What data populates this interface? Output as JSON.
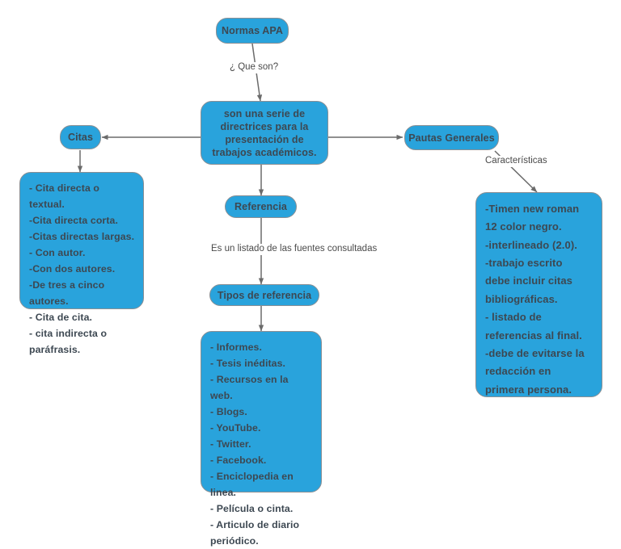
{
  "diagram": {
    "title": "Normas APA",
    "background_color": "#ffffff",
    "node_fill_color": "#29a3dc",
    "node_text_color": "#3d4852",
    "edge_color": "#6b6b6b",
    "nodes": {
      "root": {
        "label": "Normas APA"
      },
      "definition": {
        "lines": [
          "son una serie de",
          "directrices para la",
          "presentación de",
          "trabajos académicos."
        ]
      },
      "citas": {
        "label": "Citas"
      },
      "citas_list": {
        "items": [
          "- Cita directa o textual.",
          "-Cita directa corta.",
          "-Citas directas largas.",
          "- Con autor.",
          "-Con dos autores.",
          "-De tres a cinco autores.",
          "- Cita de cita.",
          "- cita indirecta o",
          "paráfrasis."
        ]
      },
      "pautas": {
        "label": "Pautas Generales"
      },
      "pautas_list": {
        "items": [
          "-Timen new roman",
          "12 color negro.",
          "-interlineado (2.0).",
          "-trabajo escrito",
          "debe incluir citas",
          "bibliográficas.",
          "- listado de",
          "referencias al final.",
          "-debe de evitarse la",
          "redacción en",
          "primera persona."
        ]
      },
      "referencia": {
        "label": "Referencia"
      },
      "tipos": {
        "label": "Tipos de referencia"
      },
      "tipos_list": {
        "items": [
          "- Informes.",
          "- Tesis inéditas.",
          "- Recursos en la web.",
          "- Blogs.",
          "- YouTube.",
          "- Twitter.",
          "- Facebook.",
          "- Enciclopedia en linea.",
          "- Película o cinta.",
          "- Articulo de diario",
          "periódico."
        ]
      }
    },
    "edge_labels": {
      "root_to_definition": "¿ Que son?",
      "pautas_to_list": "Características",
      "referencia_to_tipos": "Es un listado de las fuentes consultadas"
    }
  }
}
